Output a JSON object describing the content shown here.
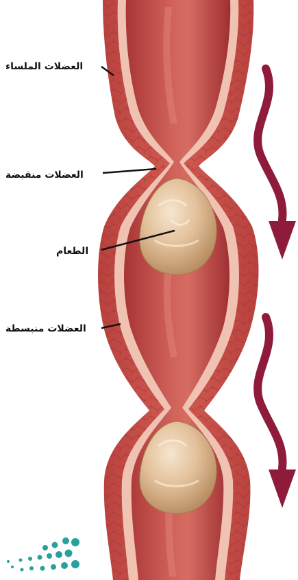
{
  "labels": {
    "smooth_muscle": "العضلات الملساء",
    "contracted_muscle": "العضلات منقبضة",
    "food": "الطعام",
    "relaxed_muscle": "العضلات منبسطة"
  },
  "colors": {
    "muscle_outer": "#c8504a",
    "muscle_inner_wall": "#f2c3b3",
    "lumen": "#b8403e",
    "lumen_highlight": "#d97368",
    "food": "#dcb78f",
    "arrow": "#8e1b3a",
    "logo_dots": "#27a19a"
  },
  "icons": [
    "down-curved-arrow-icon",
    "ministry-logo-dots-icon"
  ]
}
